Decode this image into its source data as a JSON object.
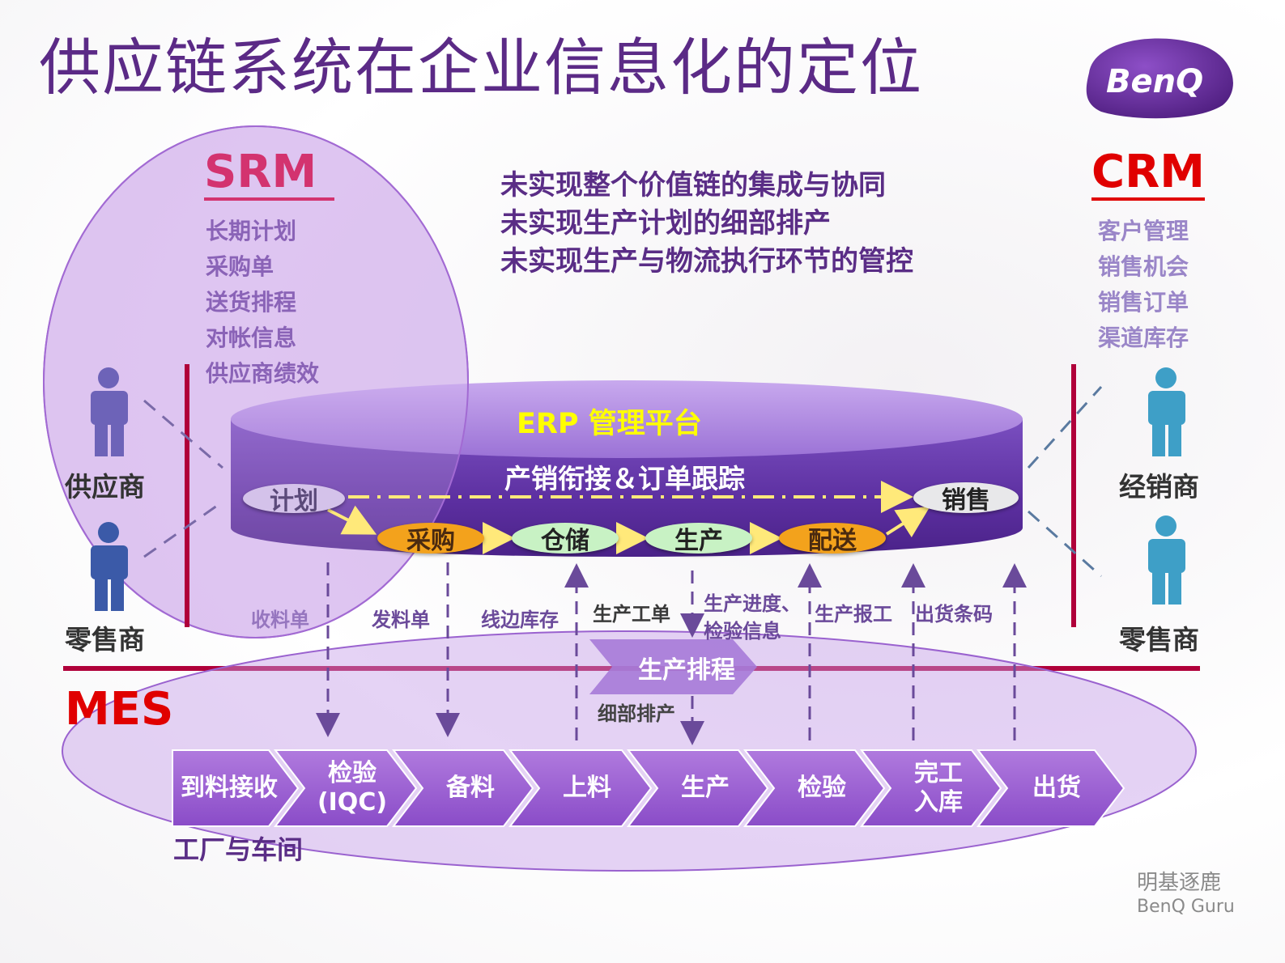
{
  "title": "供应链系统在企业信息化的定位",
  "logo": {
    "text": "BenQ"
  },
  "srm": {
    "heading": "SRM",
    "items": [
      "长期计划",
      "采购单",
      "送货排程",
      "对帐信息",
      "供应商绩效"
    ]
  },
  "crm": {
    "heading": "CRM",
    "items": [
      "客户管理",
      "销售机会",
      "销售订单",
      "渠道库存"
    ]
  },
  "issues": [
    "未实现整个价值链的集成与协同",
    "未实现生产计划的细部排产",
    "未实现生产与物流执行环节的管控"
  ],
  "roles": {
    "supplier": "供应商",
    "retailer_left": "零售商",
    "dealer": "经销商",
    "retailer_right": "零售商"
  },
  "erp": {
    "title": "ERP 管理平台",
    "subtitle": "产销衔接＆订单跟踪",
    "nodes": {
      "plan": "计划",
      "sales": "销售",
      "purchase": "采购",
      "warehouse": "仓储",
      "production": "生产",
      "delivery": "配送"
    }
  },
  "flow_labels": {
    "receipt": "收料单",
    "issue": "发料单",
    "line_stock": "线边库存",
    "work_order": "生产工单",
    "progress_line1": "生产进度、",
    "progress_line2": "检验信息",
    "report": "生产报工",
    "barcode": "出货条码"
  },
  "mes": {
    "heading": "MES",
    "schedule": "生产排程",
    "fine_schedule": "细部排产",
    "factory": "工厂与车间",
    "steps": [
      {
        "line1": "到料接收",
        "line2": ""
      },
      {
        "line1": "检验",
        "line2": "(IQC)"
      },
      {
        "line1": "备料",
        "line2": ""
      },
      {
        "line1": "上料",
        "line2": ""
      },
      {
        "line1": "生产",
        "line2": ""
      },
      {
        "line1": "检验",
        "line2": ""
      },
      {
        "line1": "完工",
        "line2": "入库"
      },
      {
        "line1": "出货",
        "line2": ""
      }
    ]
  },
  "footer": {
    "line1": "明基逐鹿",
    "line2": "BenQ Guru"
  },
  "colors": {
    "title": "#5b2a86",
    "mes_red": "#e00000",
    "srm_pink": "#d3336f",
    "erp_yellow": "#ffff00",
    "node_orange": "#f3a21c",
    "node_green": "#c8f2c4",
    "divider": "#b0003a"
  }
}
